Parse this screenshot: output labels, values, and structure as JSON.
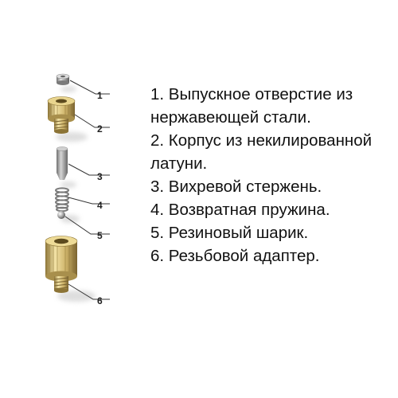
{
  "callouts": [
    "1",
    "2",
    "3",
    "4",
    "5",
    "6"
  ],
  "legend": [
    "1. Выпускное отверстие из нержавеющей стали.",
    "2. Корпус из некилированной латуни.",
    "3.  Вихревой стержень.",
    "4. Возвратная пружина.",
    "5. Резиновый шарик.",
    "6. Резьбовой адаптер."
  ],
  "colors": {
    "brass": "#d9c27a",
    "brass_dark": "#8c7436",
    "steel": "#b8b8b8",
    "leader": "#333333",
    "text": "#111111"
  }
}
